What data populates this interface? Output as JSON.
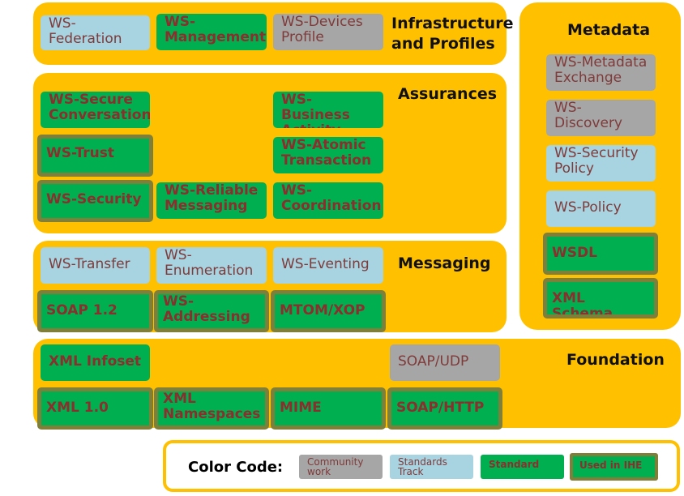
{
  "colors": {
    "panel": "#ffc000",
    "standard": "#00b050",
    "used_in_ihe_border": "#7f7f3a",
    "standards_track": "#a8d3e0",
    "community_work": "#a6a6a6",
    "label_text": "#8b2e2e"
  },
  "panels": {
    "infrastructure": {
      "title_line1": "Infrastructure",
      "title_line2": "and Profiles",
      "boxes": {
        "federation": "WS-\nFederation",
        "management": "WS-\nManagement",
        "devices_profile": "WS-Devices\nProfile"
      }
    },
    "assurances": {
      "title": "Assurances",
      "boxes": {
        "secure_conversation": "WS-Secure\nConversation",
        "trust": "WS-Trust",
        "security": "WS-Security",
        "reliable_messaging": "WS-Reliable\nMessaging",
        "business_activity": "WS-Business\nActivity",
        "atomic_transaction": "WS-Atomic\nTransaction",
        "coordination": "WS-\nCoordination"
      }
    },
    "messaging": {
      "title": "Messaging",
      "boxes": {
        "transfer": "WS-Transfer",
        "enumeration": "WS-\nEnumeration",
        "eventing": "WS-Eventing",
        "soap12": "SOAP 1.2",
        "addressing": "WS-\nAddressing",
        "mtom": "MTOM/XOP"
      }
    },
    "foundation": {
      "title": "Foundation",
      "boxes": {
        "xml_infoset": "XML Infoset",
        "soap_udp": "SOAP/UDP",
        "xml10": "XML 1.0",
        "xml_namespaces": "XML\nNamespaces",
        "mime": "MIME",
        "soap_http": "SOAP/HTTP"
      }
    },
    "metadata": {
      "title": "Metadata",
      "boxes": {
        "metadata_exchange": "WS-Metadata\nExchange",
        "discovery": "WS-\nDiscovery",
        "security_policy": "WS-Security\nPolicy",
        "policy": "WS-Policy",
        "wsdl": "WSDL",
        "xml_schema": "XML Schema"
      }
    }
  },
  "legend": {
    "title": "Color Code:",
    "community_work": "Community\nwork",
    "standards_track": "Standards\nTrack",
    "standard": "Standard",
    "used_in_ihe": "Used in IHE"
  }
}
